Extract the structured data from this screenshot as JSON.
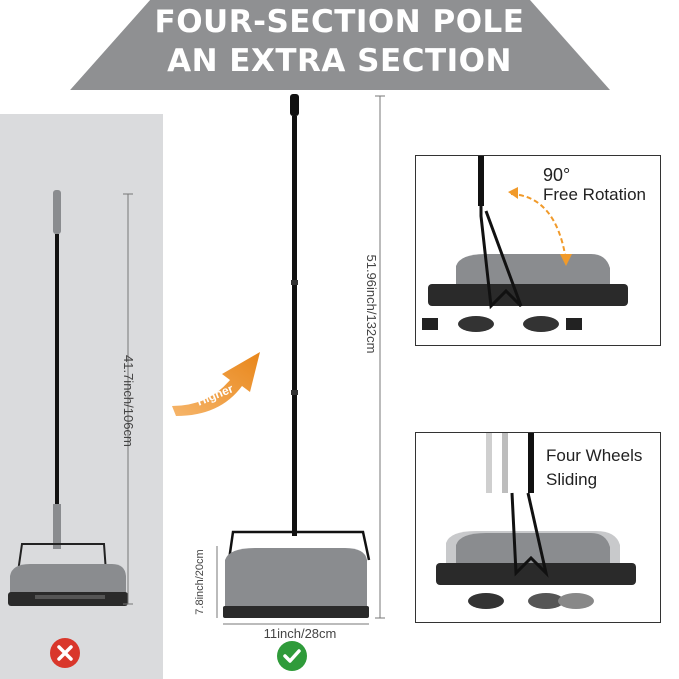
{
  "title": {
    "line1": "FOUR-SECTION POLE",
    "line2": "AN EXTRA SECTION"
  },
  "left_sweeper": {
    "height_label": "41.7inch/106cm",
    "status_icon": "x-mark-icon"
  },
  "right_sweeper": {
    "height_label": "51.96inch/132cm",
    "depth_label": "7.8inch/20cm",
    "width_label": "11inch/28cm",
    "status_icon": "check-mark-icon"
  },
  "higher_arrow": {
    "label": "Higher"
  },
  "inset_rotation": {
    "angle": "90°",
    "caption": "Free Rotation"
  },
  "inset_wheels": {
    "line1": "Four Wheels",
    "line2": "Sliding"
  },
  "colors": {
    "banner": "#8f9092",
    "accent_orange": "#f19a2a",
    "check_green": "#2f9b3a",
    "x_red": "#d9372b",
    "sweeper_grey": "#8a8c8f",
    "pole_black": "#111111"
  }
}
